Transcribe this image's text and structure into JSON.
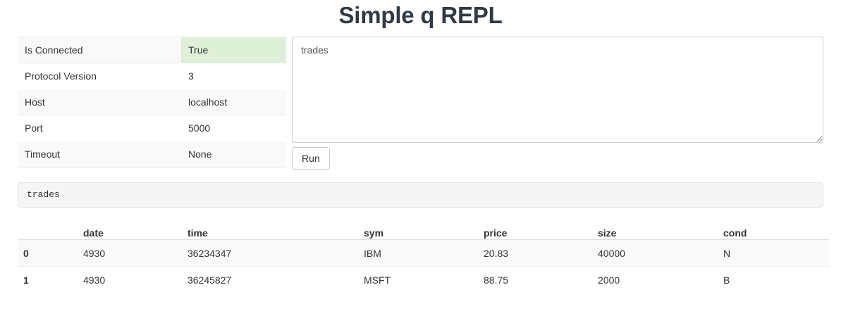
{
  "header": {
    "title": "Simple q REPL"
  },
  "connection": {
    "rows": [
      {
        "key": "Is Connected",
        "value": "True",
        "highlight": true
      },
      {
        "key": "Protocol Version",
        "value": "3",
        "highlight": false
      },
      {
        "key": "Host",
        "value": "localhost",
        "highlight": false
      },
      {
        "key": "Port",
        "value": "5000",
        "highlight": false
      },
      {
        "key": "Timeout",
        "value": "None",
        "highlight": false
      }
    ],
    "ok_color": "#dff0d8"
  },
  "editor": {
    "query": "trades",
    "placeholder": "",
    "run_label": "Run"
  },
  "result": {
    "echo": "trades",
    "columns": [
      "",
      "date",
      "time",
      "sym",
      "price",
      "size",
      "cond"
    ],
    "rows": [
      {
        "index": "0",
        "date": "4930",
        "time": "36234347",
        "sym": "IBM",
        "price": "20.83",
        "size": "40000",
        "cond": "N"
      },
      {
        "index": "1",
        "date": "4930",
        "time": "36245827",
        "sym": "MSFT",
        "price": "88.75",
        "size": "2000",
        "cond": "B"
      }
    ]
  }
}
